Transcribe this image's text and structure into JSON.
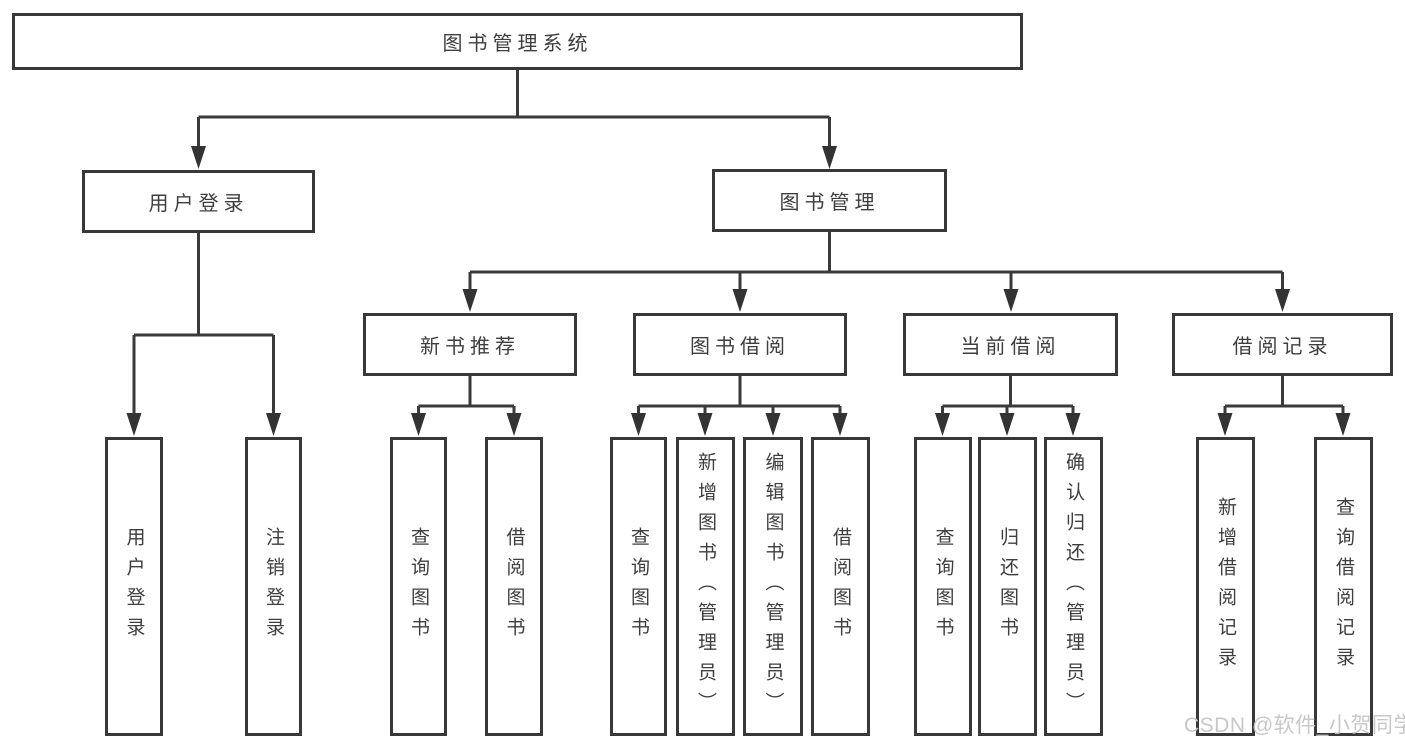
{
  "diagram_title": "图书管理系统",
  "nodes": {
    "root": {
      "label": "图书管理系统"
    },
    "user_login": {
      "label": "用户登录"
    },
    "book_mgmt": {
      "label": "图书管理"
    },
    "new_book_rec": {
      "label": "新书推荐"
    },
    "book_borrow": {
      "label": "图书借阅"
    },
    "current_borrow": {
      "label": "当前借阅"
    },
    "borrow_records": {
      "label": "借阅记录"
    },
    "leaf_user_login": {
      "label": "用户登录"
    },
    "leaf_logout": {
      "label": "注销登录"
    },
    "leaf_query_book_1": {
      "label": "查询图书"
    },
    "leaf_borrow_book_1": {
      "label": "借阅图书"
    },
    "leaf_query_book_2": {
      "label": "查询图书"
    },
    "leaf_add_book": {
      "label": "新增图书（管理员）"
    },
    "leaf_edit_book": {
      "label": "编辑图书（管理员）"
    },
    "leaf_borrow_book_2": {
      "label": "借阅图书"
    },
    "leaf_query_book_3": {
      "label": "查询图书"
    },
    "leaf_return_book": {
      "label": "归还图书"
    },
    "leaf_confirm_return": {
      "label": "确认归还（管理员）"
    },
    "leaf_add_record": {
      "label": "新增借阅记录"
    },
    "leaf_query_record": {
      "label": "查询借阅记录"
    }
  },
  "hierarchy": {
    "图书管理系统": {
      "用户登录": [
        "用户登录",
        "注销登录"
      ],
      "图书管理": {
        "新书推荐": [
          "查询图书",
          "借阅图书"
        ],
        "图书借阅": [
          "查询图书",
          "新增图书（管理员）",
          "编辑图书（管理员）",
          "借阅图书"
        ],
        "当前借阅": [
          "查询图书",
          "归还图书",
          "确认归还（管理员）"
        ],
        "借阅记录": [
          "新增借阅记录",
          "查询借阅记录"
        ]
      }
    }
  },
  "watermark": {
    "text": "CSDN @软件_小贺同学"
  },
  "colors": {
    "line": "#3a3a3a",
    "border": "#383838",
    "text": "#3e3e3e",
    "watermark": "#c5c5c5",
    "background": "#ffffff"
  }
}
